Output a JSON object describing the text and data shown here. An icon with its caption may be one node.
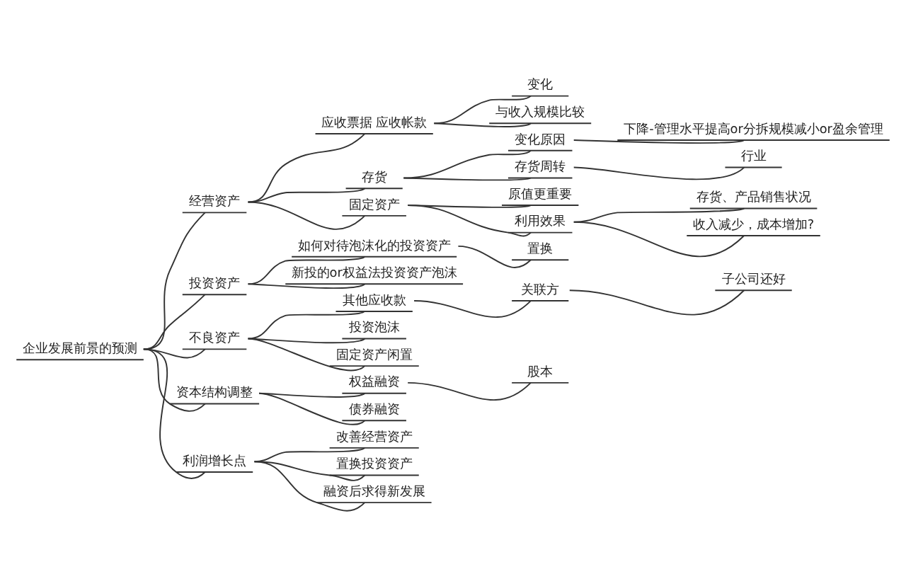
{
  "diagram": {
    "nodes": [
      {
        "text": [
          "企业发展前景的预测"
        ]
      },
      {
        "text": [
          "经营资产"
        ]
      },
      {
        "text": [
          "应收票据 应收帐款"
        ]
      },
      {
        "text": [
          "变化"
        ]
      },
      {
        "text": [
          "与收入规模比较"
        ]
      },
      {
        "text": [
          "存货"
        ]
      },
      {
        "text": [
          "变化原因"
        ]
      },
      {
        "text": [
          "下降-管理水平提高or分拆规模减小or盈余管理"
        ]
      },
      {
        "text": [
          "存货周转"
        ]
      },
      {
        "text": [
          "行业"
        ]
      },
      {
        "text": [
          "固定资产"
        ]
      },
      {
        "text": [
          "原值更重要"
        ]
      },
      {
        "text": [
          "利用效果"
        ]
      },
      {
        "text": [
          "存货、产品销售状况"
        ]
      },
      {
        "text": [
          "收入减少，成本增加?"
        ]
      },
      {
        "text": [
          "投资资产"
        ]
      },
      {
        "text": [
          "如何对待泡沫化的投资资产"
        ]
      },
      {
        "text": [
          "置换"
        ]
      },
      {
        "text": [
          "新投的or权益法投资资产泡沫"
        ]
      },
      {
        "text": [
          "不良资产"
        ]
      },
      {
        "text": [
          "其他应收款"
        ]
      },
      {
        "text": [
          "关联方"
        ]
      },
      {
        "text": [
          "子公司还好"
        ]
      },
      {
        "text": [
          "投资泡沫"
        ]
      },
      {
        "text": [
          "固定资产闲置"
        ]
      },
      {
        "text": [
          "资本结构调整"
        ]
      },
      {
        "text": [
          "权益融资"
        ]
      },
      {
        "text": [
          "股本"
        ]
      },
      {
        "text": [
          "债券融资"
        ]
      },
      {
        "text": [
          "利润增长点"
        ]
      },
      {
        "text": [
          "改善经营资产"
        ]
      },
      {
        "text": [
          "置换投资资产"
        ]
      },
      {
        "text": [
          "融资后求得新发展"
        ]
      }
    ],
    "edges": [
      {
        "from": 0,
        "to": 1,
        "arrow": "none"
      },
      {
        "from": 1,
        "to": 2,
        "arrow": "none"
      },
      {
        "from": 2,
        "to": 3,
        "arrow": "none"
      },
      {
        "from": 2,
        "to": 4,
        "arrow": "none"
      },
      {
        "from": 1,
        "to": 5,
        "arrow": "none"
      },
      {
        "from": 5,
        "to": 6,
        "arrow": "none"
      },
      {
        "from": 6,
        "to": 7,
        "arrow": "none"
      },
      {
        "from": 5,
        "to": 8,
        "arrow": "none"
      },
      {
        "from": 8,
        "to": 9,
        "arrow": "none"
      },
      {
        "from": 1,
        "to": 10,
        "arrow": "none"
      },
      {
        "from": 10,
        "to": 11,
        "arrow": "none"
      },
      {
        "from": 10,
        "to": 12,
        "arrow": "none"
      },
      {
        "from": 12,
        "to": 13,
        "arrow": "none"
      },
      {
        "from": 12,
        "to": 14,
        "arrow": "none"
      },
      {
        "from": 0,
        "to": 15,
        "arrow": "none"
      },
      {
        "from": 15,
        "to": 16,
        "arrow": "none"
      },
      {
        "from": 16,
        "to": 17,
        "arrow": "none"
      },
      {
        "from": 15,
        "to": 18,
        "arrow": "none"
      },
      {
        "from": 0,
        "to": 19,
        "arrow": "none"
      },
      {
        "from": 19,
        "to": 20,
        "arrow": "none"
      },
      {
        "from": 20,
        "to": 21,
        "arrow": "none"
      },
      {
        "from": 21,
        "to": 22,
        "arrow": "none"
      },
      {
        "from": 19,
        "to": 23,
        "arrow": "none"
      },
      {
        "from": 19,
        "to": 24,
        "arrow": "none"
      },
      {
        "from": 0,
        "to": 25,
        "arrow": "none"
      },
      {
        "from": 25,
        "to": 26,
        "arrow": "none"
      },
      {
        "from": 26,
        "to": 27,
        "arrow": "none"
      },
      {
        "from": 25,
        "to": 28,
        "arrow": "none"
      },
      {
        "from": 0,
        "to": 29,
        "arrow": "none"
      },
      {
        "from": 29,
        "to": 30,
        "arrow": "none"
      },
      {
        "from": 29,
        "to": 31,
        "arrow": "none"
      },
      {
        "from": 29,
        "to": 32,
        "arrow": "none"
      }
    ]
  }
}
